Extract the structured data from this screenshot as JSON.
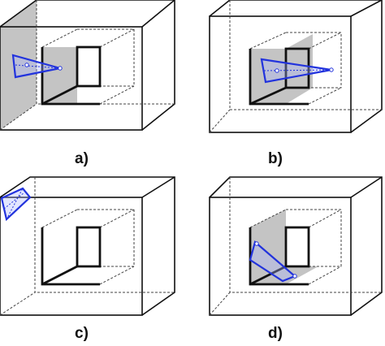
{
  "labels": {
    "a": "a)",
    "b": "b)",
    "c": "c)",
    "d": "d)"
  },
  "colors": {
    "line": "#111111",
    "hidden_line": "#444444",
    "shade": "#c4c4c4",
    "camera": "#2233dd"
  }
}
